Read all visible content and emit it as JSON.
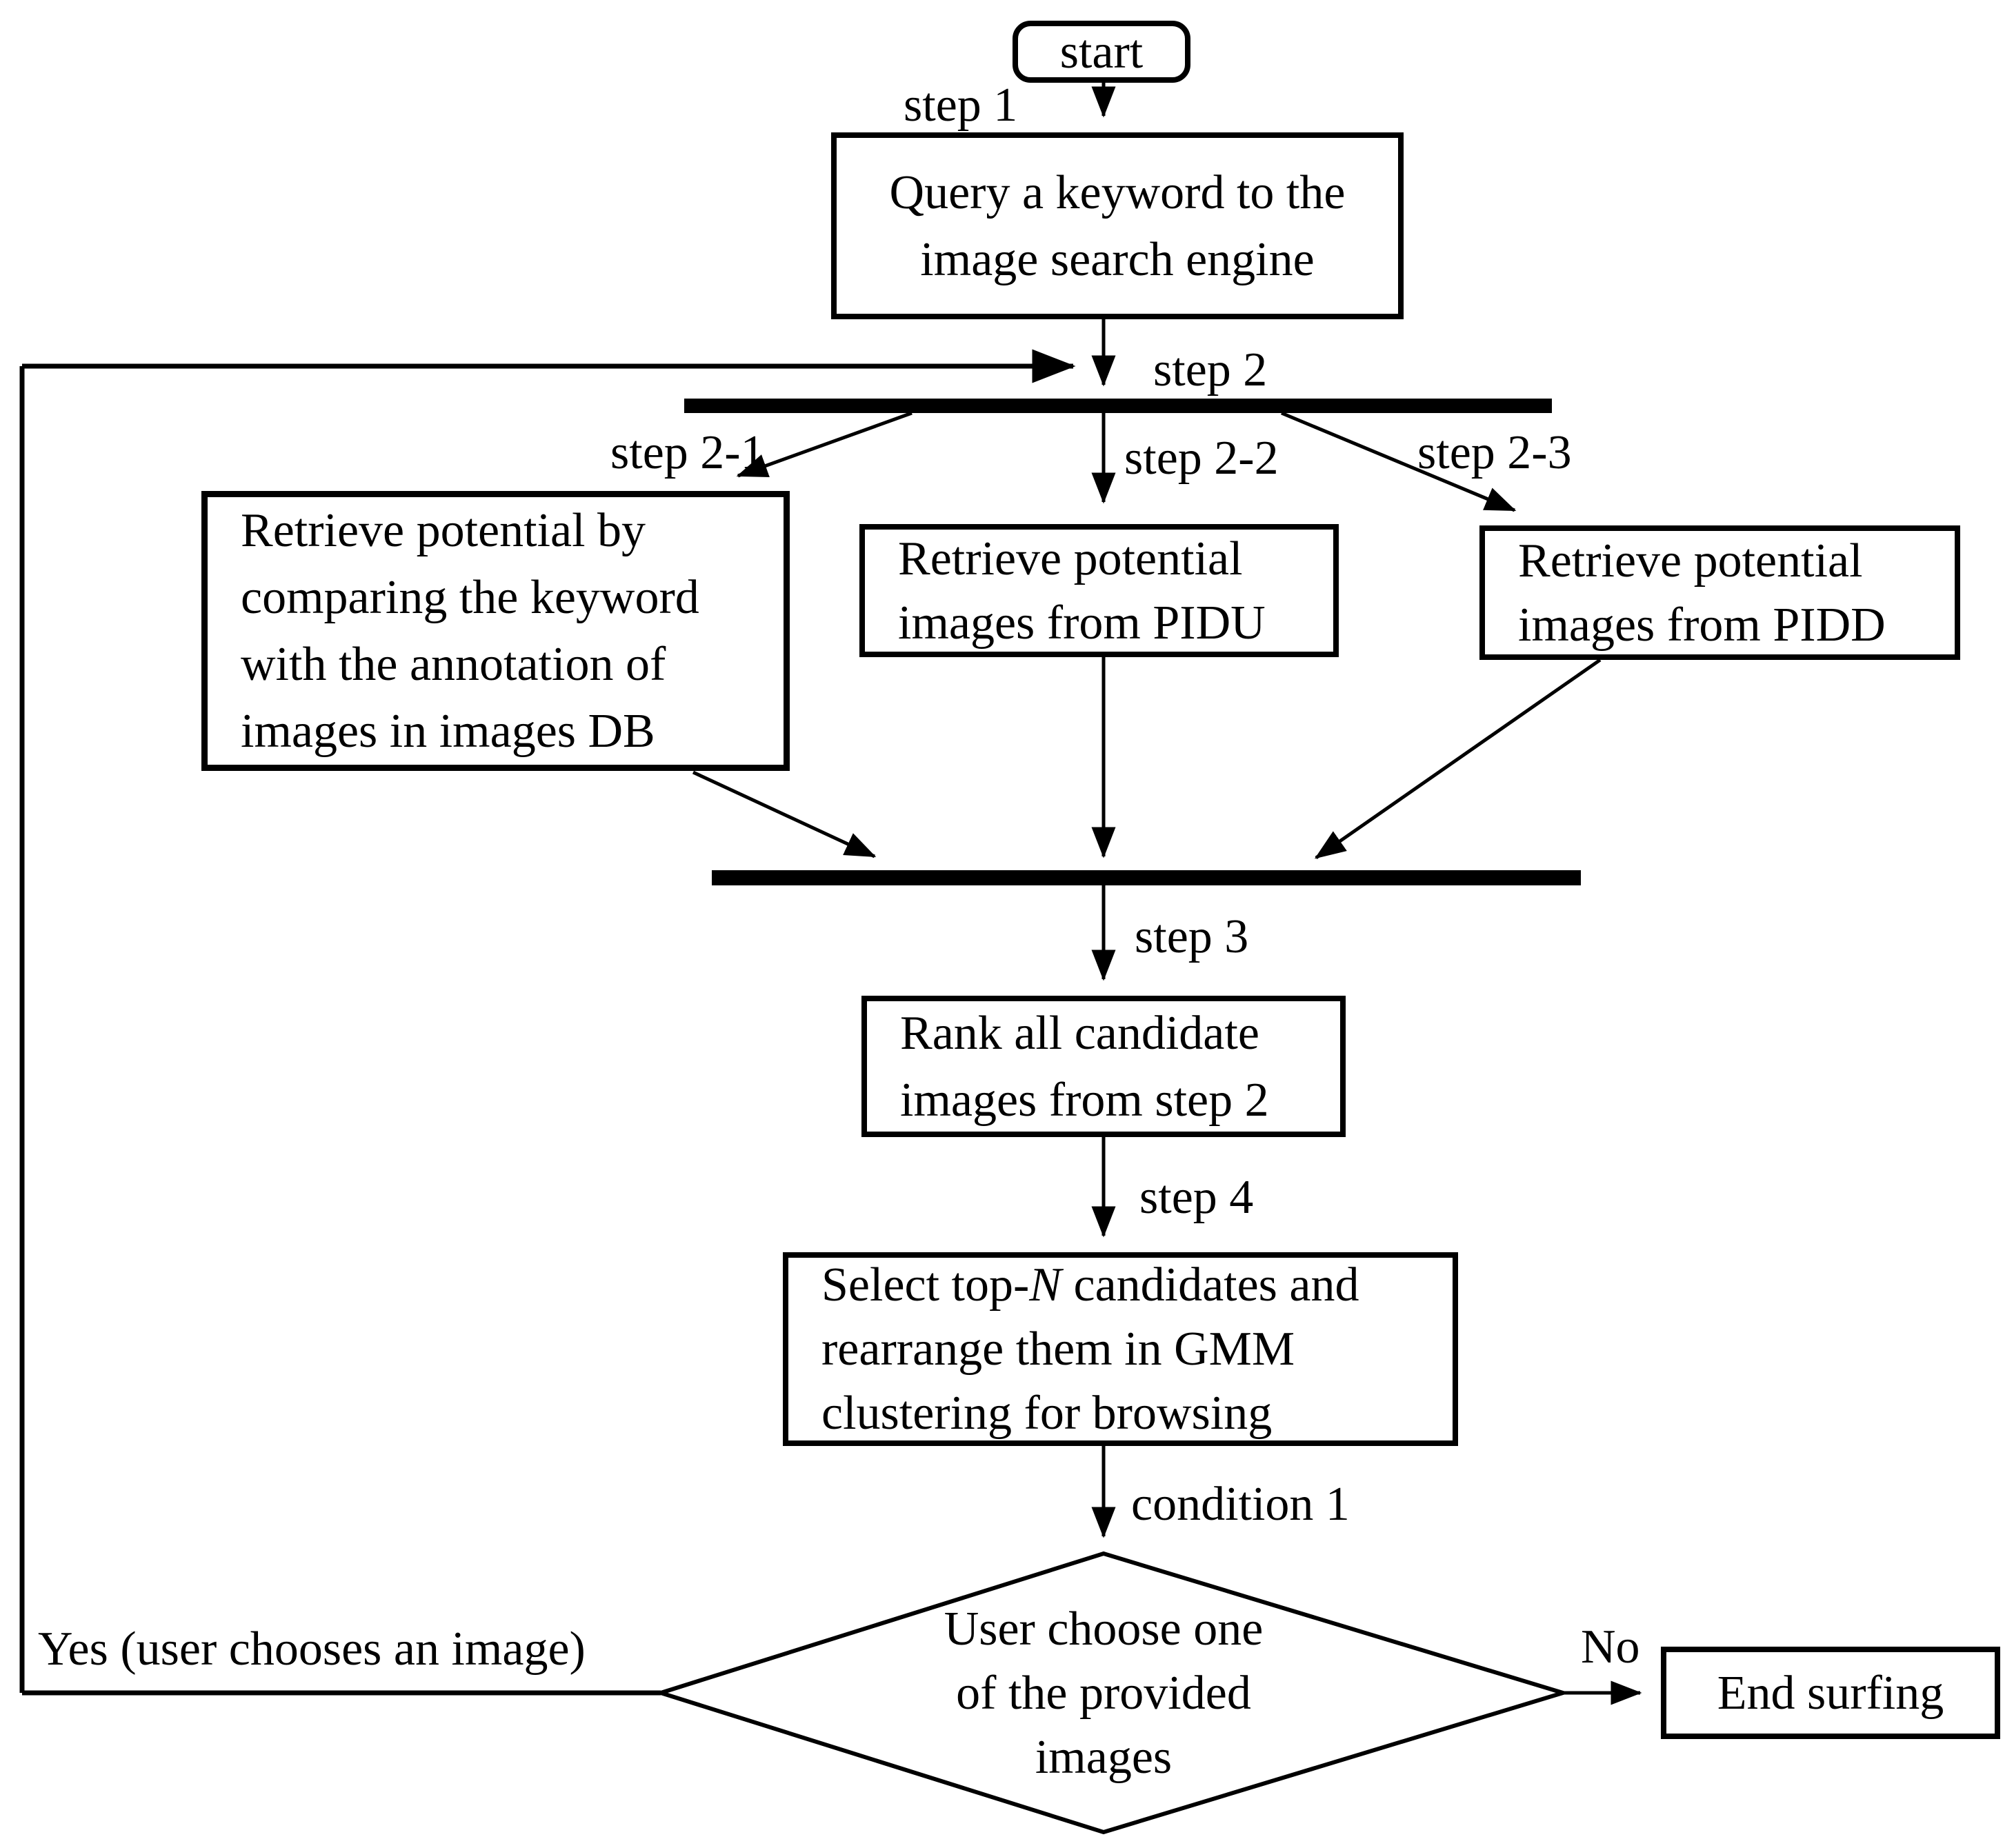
{
  "diagram": {
    "background": "#ffffff",
    "line_color": "#000000",
    "nodes": {
      "start": {
        "label": "start"
      },
      "query": {
        "lines": [
          "Query a keyword to the",
          "image search engine"
        ]
      },
      "retrieve_db": {
        "lines": [
          "Retrieve potential by",
          "comparing the keyword",
          "with the annotation of",
          "images in images DB"
        ]
      },
      "retrieve_pidu": {
        "lines": [
          "Retrieve potential",
          "images from PIDU"
        ]
      },
      "retrieve_pidd": {
        "lines": [
          "Retrieve potential",
          "images from PIDD"
        ]
      },
      "rank": {
        "lines": [
          "Rank all candidate",
          "images from step 2"
        ]
      },
      "select": {
        "line1_prefix": "Select top-",
        "line1_emphasis": "N",
        "line1_suffix": " candidates and",
        "line2": "rearrange them in GMM",
        "line3": "clustering for browsing"
      },
      "decision": {
        "lines": [
          "User choose one",
          "of the provided",
          "images"
        ]
      },
      "end": {
        "label": "End surfing"
      }
    },
    "edge_labels": {
      "step1": "step 1",
      "step2": "step 2",
      "step2_1": "step 2-1",
      "step2_2": "step 2-2",
      "step2_3": "step 2-3",
      "step3": "step 3",
      "step4": "step 4",
      "condition1": "condition 1",
      "yes": "Yes (user chooses an image)",
      "no": "No"
    }
  }
}
